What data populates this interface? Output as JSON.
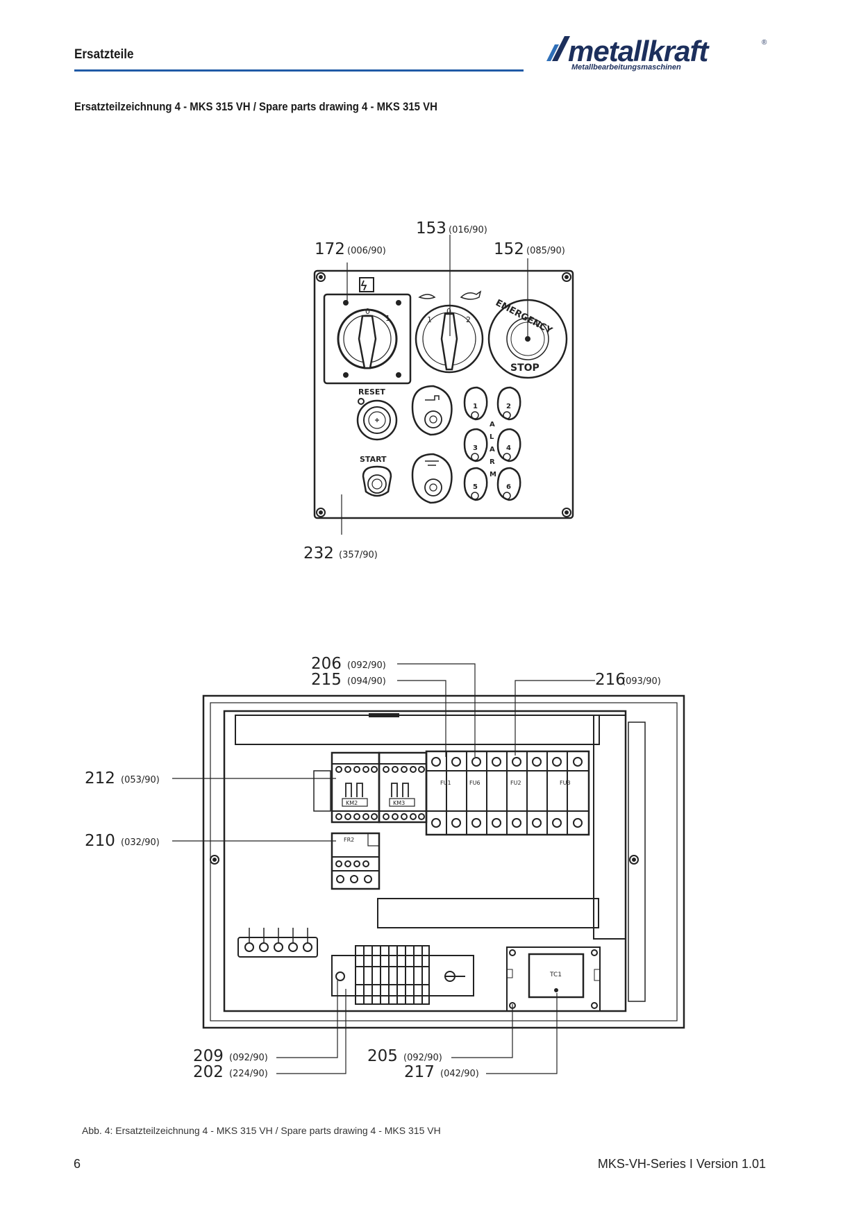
{
  "header": {
    "section_title": "Ersatzteile",
    "rule_color": "#1f5aa6",
    "logo": {
      "name": "metallkraft",
      "registered": "®",
      "tagline": "Metallbearbeitungsmaschinen",
      "color": "#1c2f5c",
      "accent": "#2f6fb8"
    }
  },
  "drawing_heading": "Ersatzteilzeichnung 4 - MKS 315 VH / Spare parts drawing 4 - MKS 315 VH",
  "control_panel": {
    "callouts": [
      {
        "num": "153",
        "code": "(016/90)"
      },
      {
        "num": "172",
        "code": "(006/90)"
      },
      {
        "num": "152",
        "code": "(085/90)"
      },
      {
        "num": "232",
        "code": "(357/90)"
      }
    ],
    "labels": {
      "reset": "RESET",
      "start": "START",
      "emergency": "EMERGENCY",
      "stop": "STOP",
      "alarm_letters": [
        "A",
        "L",
        "A",
        "R",
        "M"
      ],
      "main_switch_positions": [
        "0",
        "1"
      ],
      "speed_switch_positions": [
        "1",
        "0",
        "2"
      ],
      "alarm_buttons": [
        "1",
        "2",
        "3",
        "4",
        "5",
        "6"
      ]
    }
  },
  "cabinet": {
    "callouts": [
      {
        "num": "206",
        "code": "(092/90)"
      },
      {
        "num": "215",
        "code": "(094/90)"
      },
      {
        "num": "216",
        "code": "(093/90)"
      },
      {
        "num": "212",
        "code": "(053/90)"
      },
      {
        "num": "210",
        "code": "(032/90)"
      },
      {
        "num": "209",
        "code": "(092/90)"
      },
      {
        "num": "202",
        "code": "(224/90)"
      },
      {
        "num": "205",
        "code": "(092/90)"
      },
      {
        "num": "217",
        "code": "(042/90)"
      }
    ],
    "component_labels": {
      "km2": "KM2",
      "km3": "KM3",
      "fr2": "FR2",
      "fu1": "FU1",
      "fu6": "FU6",
      "fu2": "FU2",
      "fu3": "FU3",
      "tc1": "TC1"
    }
  },
  "figure_caption": "Abb. 4: Ersatzteilzeichnung 4 - MKS 315 VH / Spare parts drawing 4 - MKS 315 VH",
  "footer": {
    "page_number": "6",
    "version": "MKS-VH-Series I Version 1.01"
  }
}
